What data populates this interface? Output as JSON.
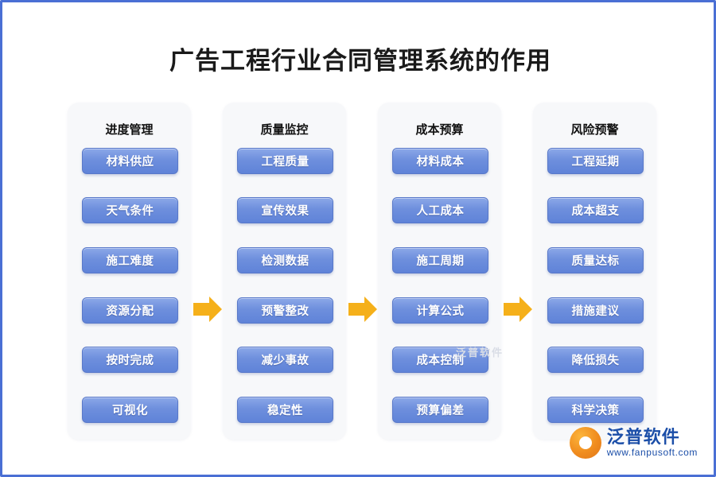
{
  "title": "广告工程行业合同管理系统的作用",
  "columns": [
    {
      "header": "进度管理",
      "items": [
        "材料供应",
        "天气条件",
        "施工难度",
        "资源分配",
        "按时完成",
        "可视化"
      ]
    },
    {
      "header": "质量监控",
      "items": [
        "工程质量",
        "宣传效果",
        "检测数据",
        "预警整改",
        "减少事故",
        "稳定性"
      ]
    },
    {
      "header": "成本预算",
      "items": [
        "材料成本",
        "人工成本",
        "施工周期",
        "计算公式",
        "成本控制",
        "预算偏差"
      ]
    },
    {
      "header": "风险预警",
      "items": [
        "工程延期",
        "成本超支",
        "质量达标",
        "措施建议",
        "降低损失",
        "科学决策"
      ]
    }
  ],
  "arrows": [
    {
      "name": "arrow-right-icon-1"
    },
    {
      "name": "arrow-right-icon-2"
    },
    {
      "name": "arrow-right-icon-3"
    }
  ],
  "watermark": "泛普软件",
  "logo": {
    "cn": "泛普软件",
    "en": "www.fanpusoft.com"
  },
  "colors": {
    "border": "#4a6fd4",
    "chip": "#6e8fdd",
    "arrow": "#f5b01a",
    "panel": "#f7f8fa",
    "logo": "#1b4ea8"
  }
}
